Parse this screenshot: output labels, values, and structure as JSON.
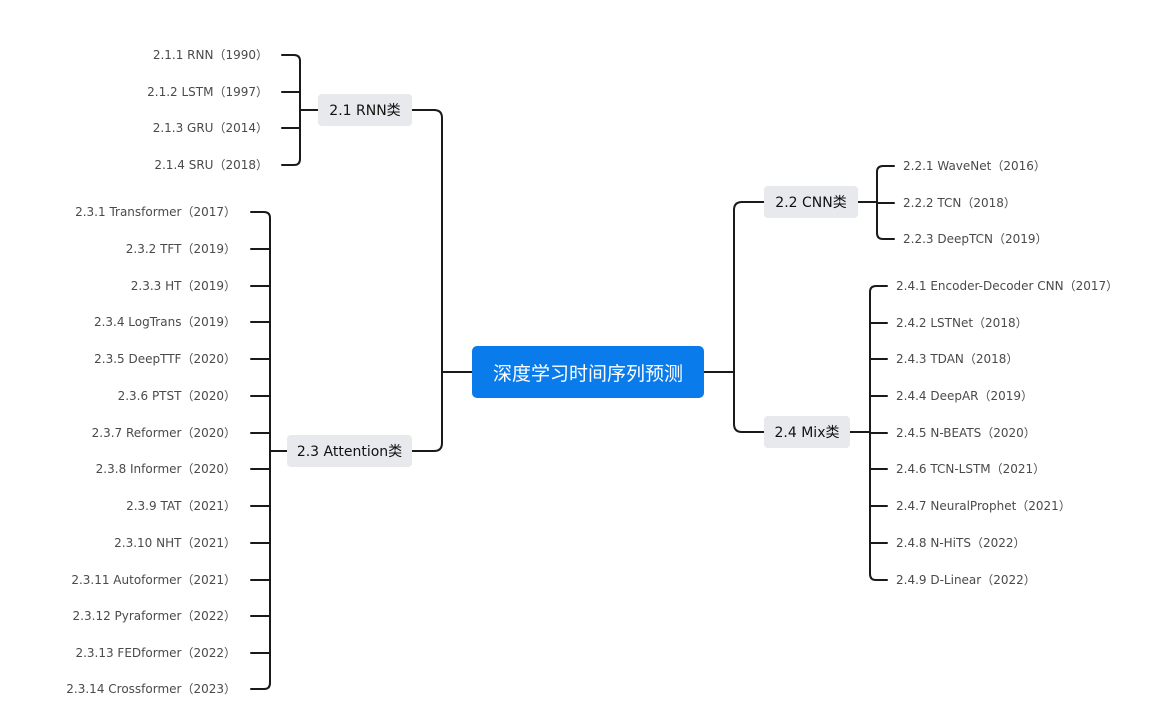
{
  "root": {
    "label": "深度学习时间序列预测"
  },
  "branches": {
    "rnn": {
      "label": "2.1 RNN类",
      "items": [
        "2.1.1 RNN（1990）",
        "2.1.2 LSTM（1997）",
        "2.1.3 GRU（2014）",
        "2.1.4 SRU（2018）"
      ]
    },
    "attention": {
      "label": "2.3 Attention类",
      "items": [
        "2.3.1 Transformer（2017）",
        "2.3.2 TFT（2019）",
        "2.3.3 HT（2019）",
        "2.3.4 LogTrans（2019）",
        "2.3.5 DeepTTF（2020）",
        "2.3.6 PTST（2020）",
        "2.3.7 Reformer（2020）",
        "2.3.8 Informer（2020）",
        "2.3.9 TAT（2021）",
        "2.3.10 NHT（2021）",
        "2.3.11 Autoformer（2021）",
        "2.3.12 Pyraformer（2022）",
        "2.3.13 FEDformer（2022）",
        "2.3.14 Crossformer（2023）"
      ]
    },
    "cnn": {
      "label": "2.2 CNN类",
      "items": [
        "2.2.1 WaveNet（2016）",
        "2.2.2 TCN（2018）",
        "2.2.3 DeepTCN（2019）"
      ]
    },
    "mix": {
      "label": "2.4 Mix类",
      "items": [
        "2.4.1 Encoder-Decoder CNN（2017）",
        "2.4.2 LSTNet（2018）",
        "2.4.3 TDAN（2018）",
        "2.4.4 DeepAR（2019）",
        "2.4.5 N-BEATS（2020）",
        "2.4.6 TCN-LSTM（2021）",
        "2.4.7 NeuralProphet（2021）",
        "2.4.8 N-HiTS（2022）",
        "2.4.9 D-Linear（2022）"
      ]
    }
  },
  "colors": {
    "root_bg": "#0a7bea",
    "category_bg": "#e8e9ec",
    "line": "#1a1a1a",
    "leaf_text": "#4a4a4a"
  }
}
